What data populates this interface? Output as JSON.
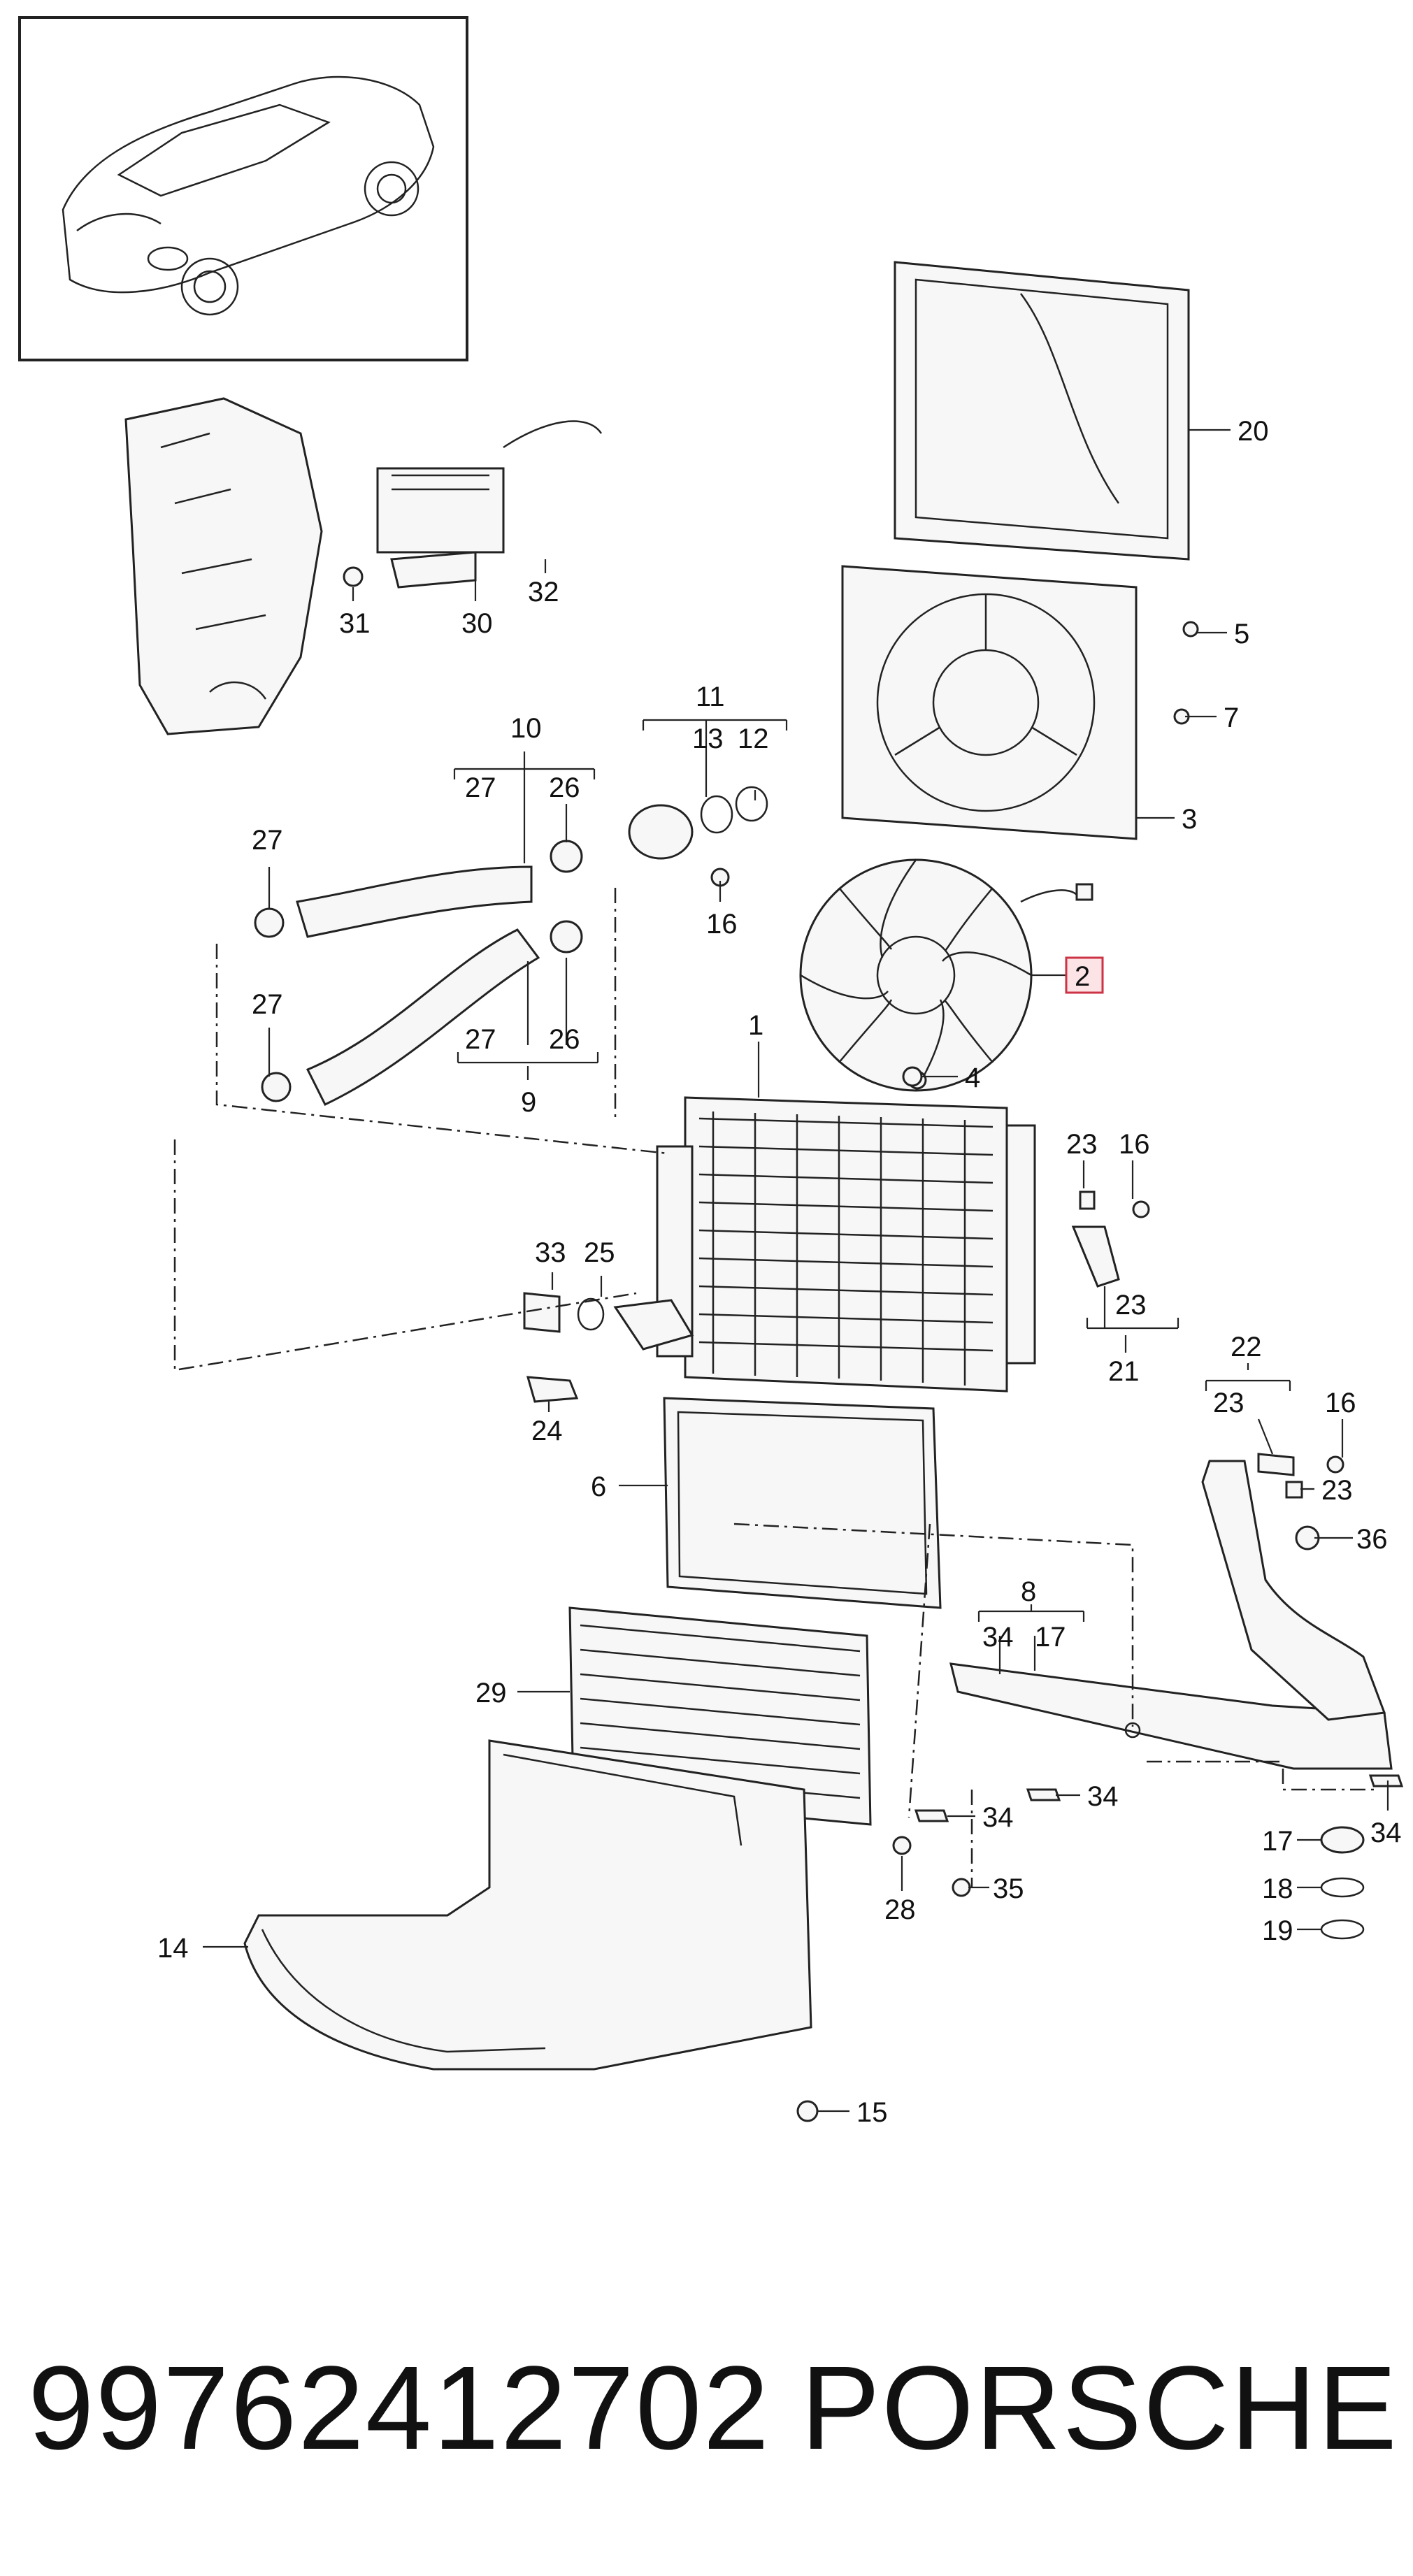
{
  "callouts": [
    {
      "id": "c20",
      "text": "20"
    },
    {
      "id": "c5",
      "text": "5"
    },
    {
      "id": "c7",
      "text": "7"
    },
    {
      "id": "c3",
      "text": "3"
    },
    {
      "id": "c2",
      "text": "2"
    },
    {
      "id": "c4",
      "text": "4"
    },
    {
      "id": "c11",
      "text": "11"
    },
    {
      "id": "c13",
      "text": "13"
    },
    {
      "id": "c12",
      "text": "12"
    },
    {
      "id": "c16a",
      "text": "16"
    },
    {
      "id": "c10",
      "text": "10"
    },
    {
      "id": "c27a",
      "text": "27"
    },
    {
      "id": "c26a",
      "text": "26"
    },
    {
      "id": "c27b",
      "text": "27"
    },
    {
      "id": "c27c",
      "text": "27"
    },
    {
      "id": "c27d",
      "text": "27"
    },
    {
      "id": "c26b",
      "text": "26"
    },
    {
      "id": "c9",
      "text": "9"
    },
    {
      "id": "c1",
      "text": "1"
    },
    {
      "id": "c31",
      "text": "31"
    },
    {
      "id": "c30",
      "text": "30"
    },
    {
      "id": "c32",
      "text": "32"
    },
    {
      "id": "c33",
      "text": "33"
    },
    {
      "id": "c25",
      "text": "25"
    },
    {
      "id": "c24",
      "text": "24"
    },
    {
      "id": "c6",
      "text": "6"
    },
    {
      "id": "c23a",
      "text": "23"
    },
    {
      "id": "c16b",
      "text": "16"
    },
    {
      "id": "c23b",
      "text": "23"
    },
    {
      "id": "c21",
      "text": "21"
    },
    {
      "id": "c22",
      "text": "22"
    },
    {
      "id": "c23c",
      "text": "23"
    },
    {
      "id": "c16c",
      "text": "16"
    },
    {
      "id": "c23d",
      "text": "23"
    },
    {
      "id": "c36",
      "text": "36"
    },
    {
      "id": "c8",
      "text": "8"
    },
    {
      "id": "c34a",
      "text": "34"
    },
    {
      "id": "c17a",
      "text": "17"
    },
    {
      "id": "c29",
      "text": "29"
    },
    {
      "id": "c34b",
      "text": "34"
    },
    {
      "id": "c34c",
      "text": "34"
    },
    {
      "id": "c34d",
      "text": "34"
    },
    {
      "id": "c17b",
      "text": "17"
    },
    {
      "id": "c35",
      "text": "35"
    },
    {
      "id": "c18",
      "text": "18"
    },
    {
      "id": "c19",
      "text": "19"
    },
    {
      "id": "c28",
      "text": "28"
    },
    {
      "id": "c14",
      "text": "14"
    },
    {
      "id": "c15",
      "text": "15"
    }
  ],
  "highlight": {
    "callout": "2",
    "color": "#cc3344",
    "fill": "#fbe3e6"
  },
  "caption": {
    "part_number": "99762412702",
    "brand": "PORSCHE"
  }
}
